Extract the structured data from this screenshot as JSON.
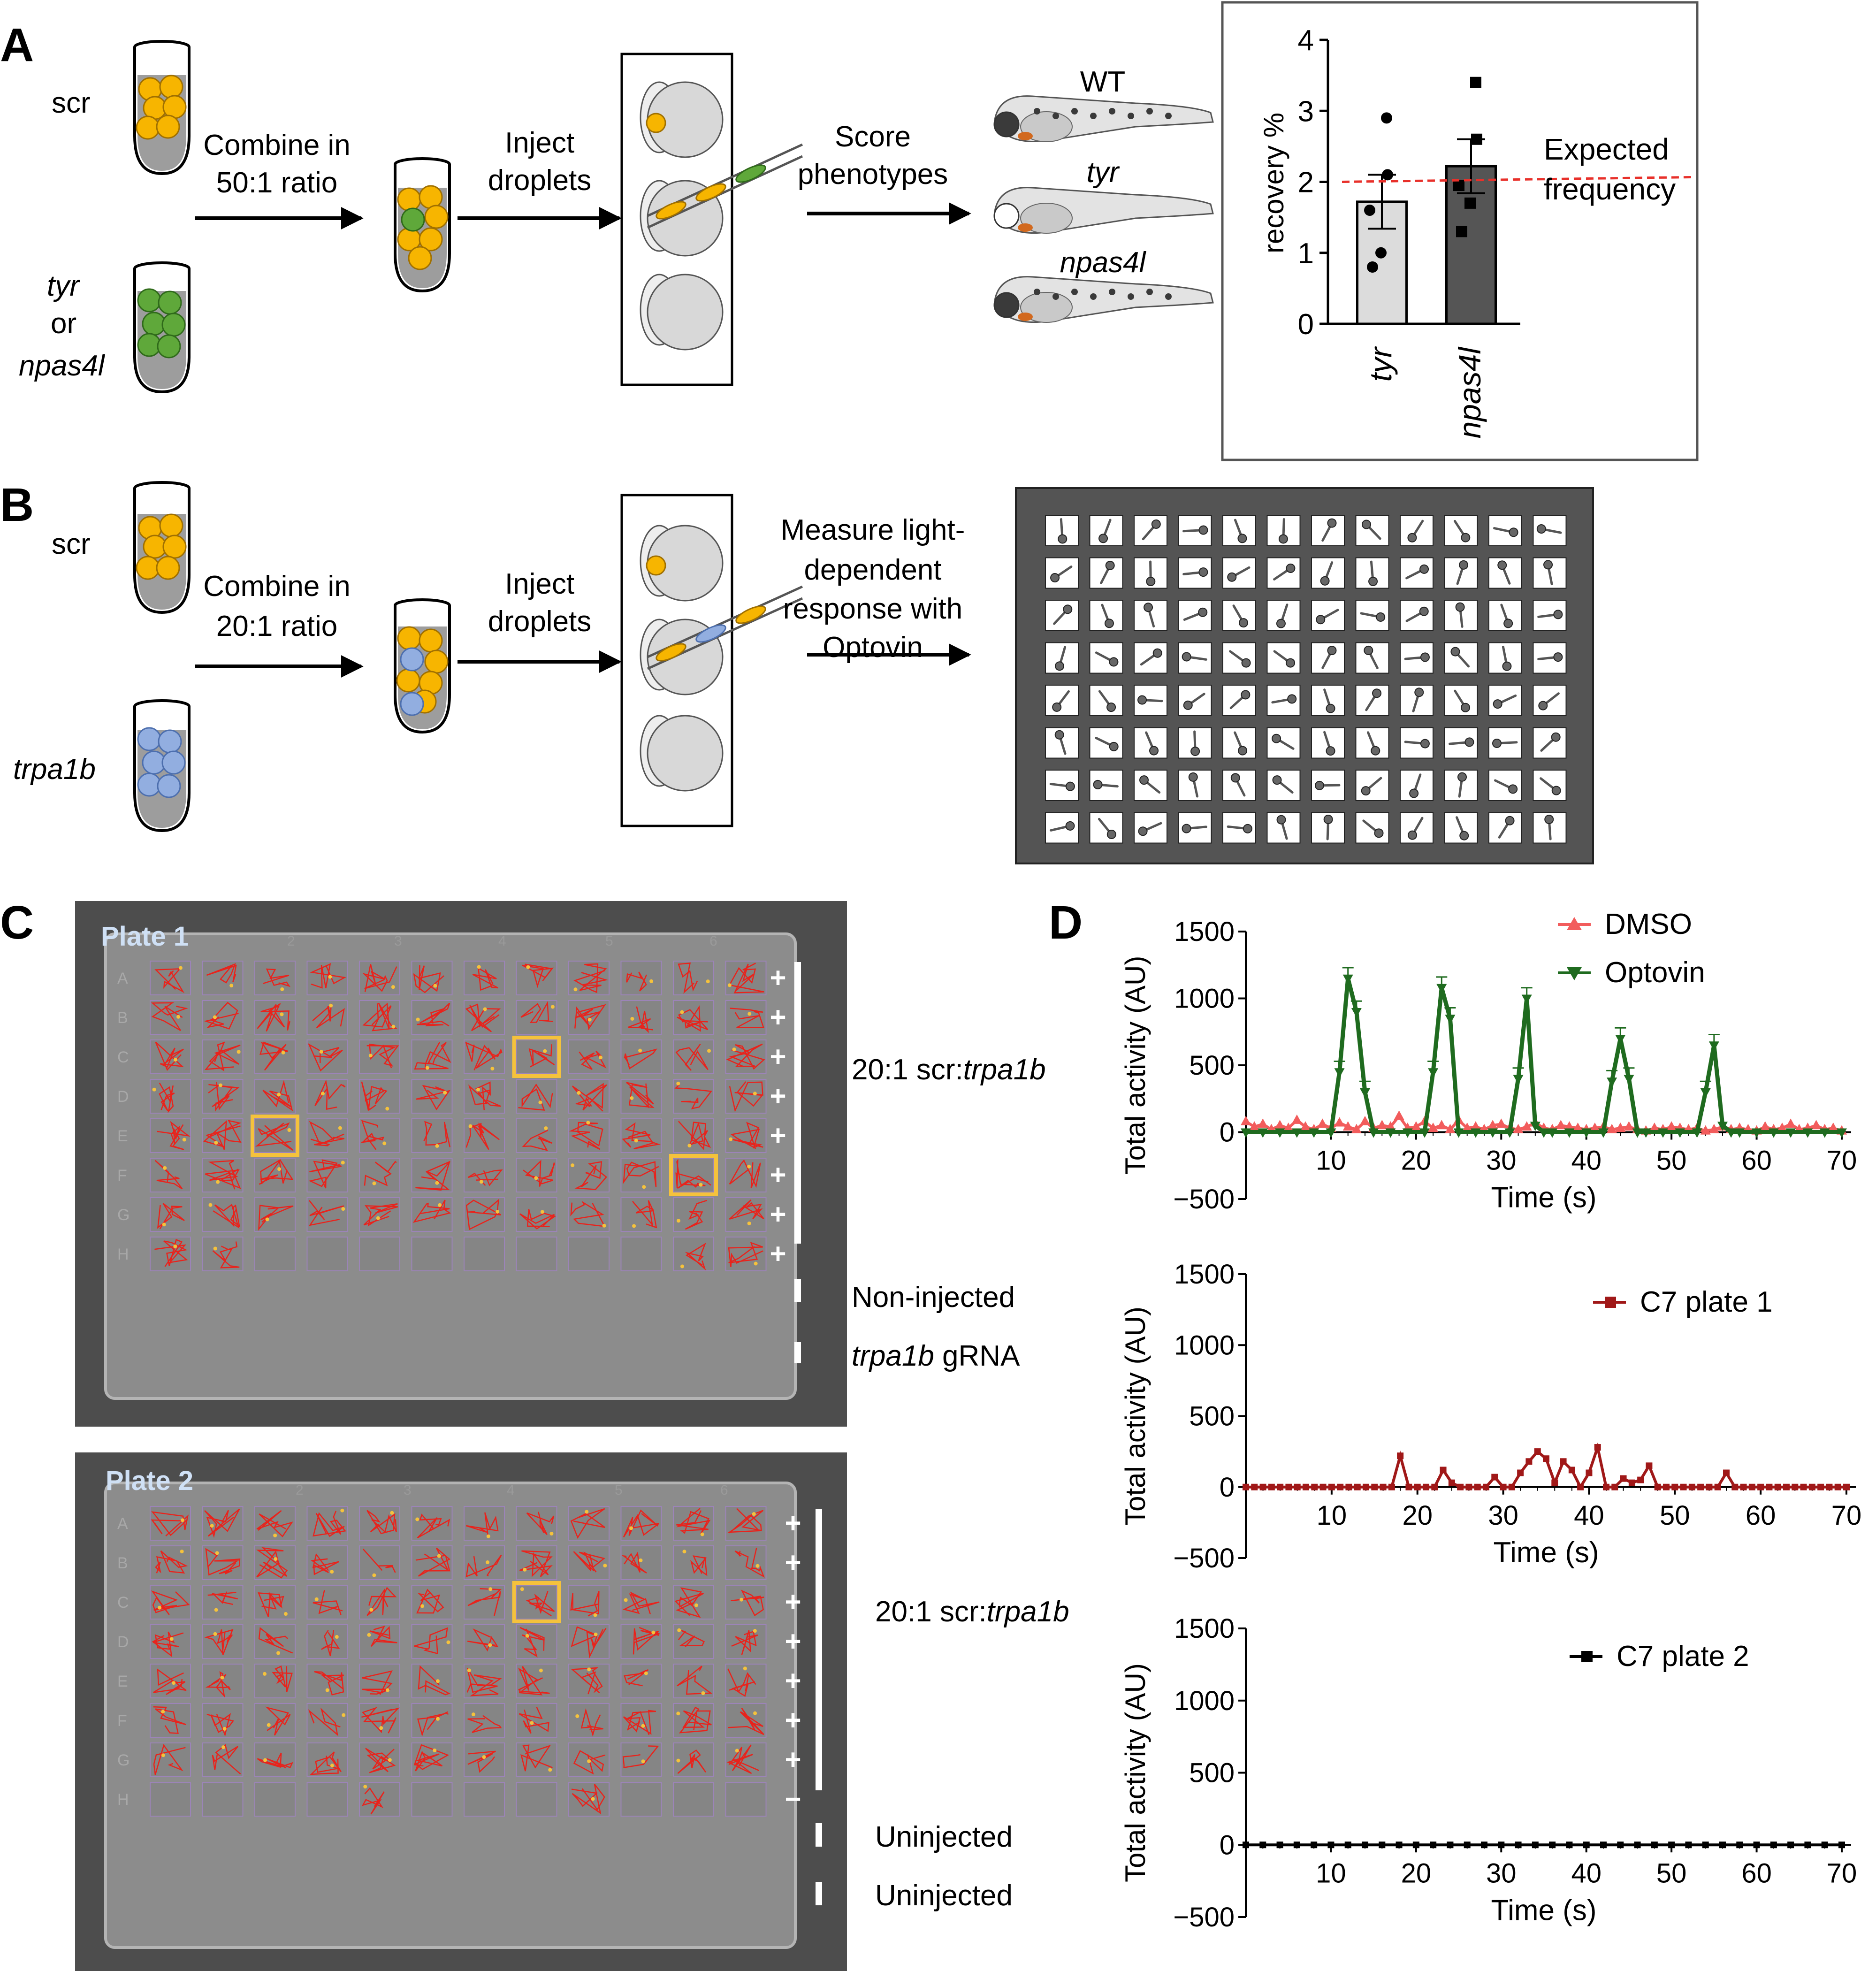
{
  "panelA": {
    "label": "A",
    "tube_top": "scr",
    "tube_bottom_line1": "tyr",
    "tube_bottom_line2": "or",
    "tube_bottom_line3": "npas4l",
    "combine_line1": "Combine in",
    "combine_line2": "50:1 ratio",
    "inject_line1": "Inject",
    "inject_line2": "droplets",
    "score_line1": "Score",
    "score_line2": "phenotypes",
    "fish_labels": [
      "WT",
      "tyr",
      "npas4l"
    ],
    "colors": {
      "scr": "#f7b500",
      "guide": "#5fa83a"
    },
    "inset": {
      "ylabel": "recovery %",
      "yticks": [
        "0",
        "1",
        "2",
        "3",
        "4"
      ],
      "categories": [
        "tyr",
        "npas4l"
      ],
      "expected_line1": "Expected",
      "expected_line2": "frequency",
      "expected_color": "#e8302a"
    }
  },
  "panelB": {
    "label": "B",
    "tube_top": "scr",
    "tube_bottom": "trpa1b",
    "combine_line1": "Combine in",
    "combine_line2": "20:1 ratio",
    "inject_line1": "Inject",
    "inject_line2": "droplets",
    "measure_lines": [
      "Measure light-",
      "dependent",
      "response with",
      "Optovin"
    ],
    "colors": {
      "scr": "#f7b500",
      "guide": "#92aee0"
    }
  },
  "panelC": {
    "label": "C",
    "plate1": {
      "title": "Plate 1",
      "col_numbers": [
        "2",
        "3",
        "4",
        "5",
        "6"
      ],
      "rows": [
        "A",
        "B",
        "C",
        "D",
        "E",
        "F",
        "G",
        "H"
      ],
      "signs": [
        "+",
        "+",
        "+",
        "+",
        "+",
        "+",
        "+",
        "+"
      ],
      "label_1": "20:1 scr:",
      "label_1_italic": "trpa1b",
      "label_2": "Non-injected",
      "label_3_italic": "trpa1b",
      "label_3": " gRNA"
    },
    "plate2": {
      "title": "Plate 2",
      "col_numbers": [
        "2",
        "3",
        "4",
        "5",
        "6"
      ],
      "rows": [
        "A",
        "B",
        "C",
        "D",
        "E",
        "F",
        "G",
        "H"
      ],
      "signs": [
        "+",
        "+",
        "+",
        "+",
        "+",
        "+",
        "+",
        "−"
      ],
      "label_1": "20:1 scr:",
      "label_1_italic": "trpa1b",
      "label_2": "Uninjected",
      "label_3": "Uninjected"
    },
    "highlight_color": "#f5c23c"
  },
  "panelD": {
    "label": "D"
  },
  "chart_data": [
    {
      "type": "bar",
      "categories": [
        "tyr",
        "npas4l"
      ],
      "values": [
        1.72,
        2.22
      ],
      "errors": [
        0.38,
        0.38
      ],
      "points": [
        [
          2.9,
          2.1,
          1.6,
          1.0,
          0.8
        ],
        [
          3.4,
          2.6,
          1.95,
          1.7,
          1.3
        ]
      ],
      "reference_line": 2.0,
      "ylabel": "recovery %",
      "ylim": [
        0,
        4
      ],
      "bar_colors": [
        "#dcdcdc",
        "#555555"
      ]
    },
    {
      "type": "line",
      "xlabel": "Time (s)",
      "ylabel": "Total activity (AU)",
      "xlim": [
        0,
        70
      ],
      "ylim": [
        -500,
        1500
      ],
      "xticks": [
        10,
        20,
        30,
        40,
        50,
        60,
        70
      ],
      "yticks": [
        -500,
        0,
        500,
        1000,
        1500
      ],
      "series": [
        {
          "name": "DMSO",
          "color": "#f25c5c",
          "marker": "triangle-up",
          "x": [
            0,
            1,
            2,
            3,
            4,
            5,
            6,
            7,
            8,
            9,
            10,
            11,
            12,
            13,
            14,
            15,
            16,
            17,
            18,
            19,
            20,
            21,
            22,
            23,
            24,
            25,
            26,
            27,
            28,
            29,
            30,
            31,
            32,
            33,
            34,
            35,
            36,
            37,
            38,
            39,
            40,
            41,
            42,
            43,
            44,
            45,
            46,
            47,
            48,
            49,
            50,
            51,
            52,
            53,
            54,
            55,
            56,
            57,
            58,
            59,
            60,
            61,
            62,
            63,
            64,
            65,
            66,
            67,
            68,
            69,
            70
          ],
          "y": [
            80,
            40,
            60,
            20,
            50,
            30,
            90,
            40,
            20,
            60,
            30,
            70,
            40,
            20,
            80,
            30,
            50,
            40,
            120,
            30,
            40,
            80,
            30,
            50,
            20,
            90,
            30,
            40,
            20,
            50,
            60,
            30,
            20,
            40,
            70,
            30,
            20,
            50,
            40,
            30,
            20,
            30,
            40,
            20,
            30,
            40,
            20,
            10,
            30,
            20,
            40,
            30,
            20,
            30,
            10,
            20,
            40,
            20,
            30,
            20,
            10,
            40,
            20,
            30,
            60,
            20,
            30,
            50,
            20,
            30,
            10
          ]
        },
        {
          "name": "Optovin",
          "color": "#1f6b1f",
          "marker": "triangle-down",
          "x": [
            0,
            2,
            4,
            6,
            8,
            10,
            11,
            12,
            13,
            14,
            15,
            17,
            19,
            21,
            22,
            23,
            24,
            25,
            27,
            29,
            31,
            32,
            33,
            34,
            35,
            36,
            38,
            40,
            42,
            43,
            44,
            45,
            46,
            47,
            49,
            51,
            53,
            54,
            55,
            56,
            57,
            58,
            60,
            62,
            64,
            66,
            68,
            70
          ],
          "y": [
            0,
            0,
            0,
            0,
            0,
            0,
            450,
            1150,
            900,
            300,
            0,
            0,
            0,
            0,
            450,
            1080,
            850,
            0,
            0,
            0,
            0,
            400,
            1000,
            50,
            0,
            0,
            0,
            0,
            0,
            380,
            700,
            400,
            0,
            0,
            0,
            0,
            0,
            300,
            650,
            50,
            0,
            0,
            0,
            0,
            0,
            0,
            0,
            0
          ]
        }
      ]
    },
    {
      "type": "line",
      "xlabel": "Time (s)",
      "ylabel": "Total activity (AU)",
      "xlim": [
        0,
        70
      ],
      "ylim": [
        -500,
        1500
      ],
      "xticks": [
        10,
        20,
        30,
        40,
        50,
        60,
        70
      ],
      "yticks": [
        -500,
        0,
        500,
        1000,
        1500
      ],
      "series": [
        {
          "name": "C7 plate 1",
          "color": "#a01818",
          "marker": "square",
          "x": [
            0,
            1,
            2,
            3,
            4,
            5,
            6,
            7,
            8,
            9,
            10,
            11,
            12,
            13,
            14,
            15,
            16,
            17,
            18,
            19,
            20,
            21,
            22,
            23,
            24,
            25,
            26,
            27,
            28,
            29,
            30,
            31,
            32,
            33,
            34,
            35,
            36,
            37,
            38,
            39,
            40,
            41,
            42,
            43,
            44,
            45,
            46,
            47,
            48,
            49,
            50,
            51,
            52,
            53,
            54,
            55,
            56,
            57,
            58,
            59,
            60,
            61,
            62,
            63,
            64,
            65,
            66,
            67,
            68,
            69,
            70
          ],
          "y": [
            0,
            0,
            0,
            0,
            0,
            0,
            0,
            0,
            0,
            0,
            0,
            0,
            0,
            0,
            0,
            0,
            0,
            0,
            220,
            0,
            0,
            0,
            0,
            120,
            30,
            0,
            0,
            0,
            0,
            70,
            0,
            0,
            100,
            180,
            250,
            200,
            30,
            180,
            120,
            0,
            100,
            280,
            0,
            0,
            60,
            30,
            50,
            150,
            0,
            0,
            0,
            0,
            0,
            0,
            0,
            0,
            100,
            0,
            0,
            0,
            0,
            0,
            0,
            0,
            0,
            0,
            0,
            0,
            0,
            0,
            0
          ]
        }
      ]
    },
    {
      "type": "line",
      "xlabel": "Time (s)",
      "ylabel": "Total activity (AU)",
      "xlim": [
        0,
        70
      ],
      "ylim": [
        -500,
        1500
      ],
      "xticks": [
        10,
        20,
        30,
        40,
        50,
        60,
        70
      ],
      "yticks": [
        -500,
        0,
        500,
        1000,
        1500
      ],
      "series": [
        {
          "name": "C7 plate 2",
          "color": "#000000",
          "marker": "square",
          "x": [
            0,
            2,
            4,
            6,
            8,
            10,
            12,
            14,
            16,
            18,
            20,
            22,
            24,
            26,
            28,
            30,
            32,
            34,
            36,
            38,
            40,
            42,
            44,
            46,
            48,
            50,
            52,
            54,
            56,
            58,
            60,
            62,
            64,
            66,
            68,
            70
          ],
          "y": [
            0,
            0,
            0,
            0,
            0,
            0,
            0,
            0,
            0,
            0,
            0,
            0,
            0,
            0,
            0,
            0,
            0,
            0,
            0,
            0,
            0,
            0,
            0,
            0,
            0,
            0,
            0,
            0,
            0,
            0,
            0,
            0,
            0,
            0,
            0,
            0
          ]
        }
      ]
    }
  ]
}
